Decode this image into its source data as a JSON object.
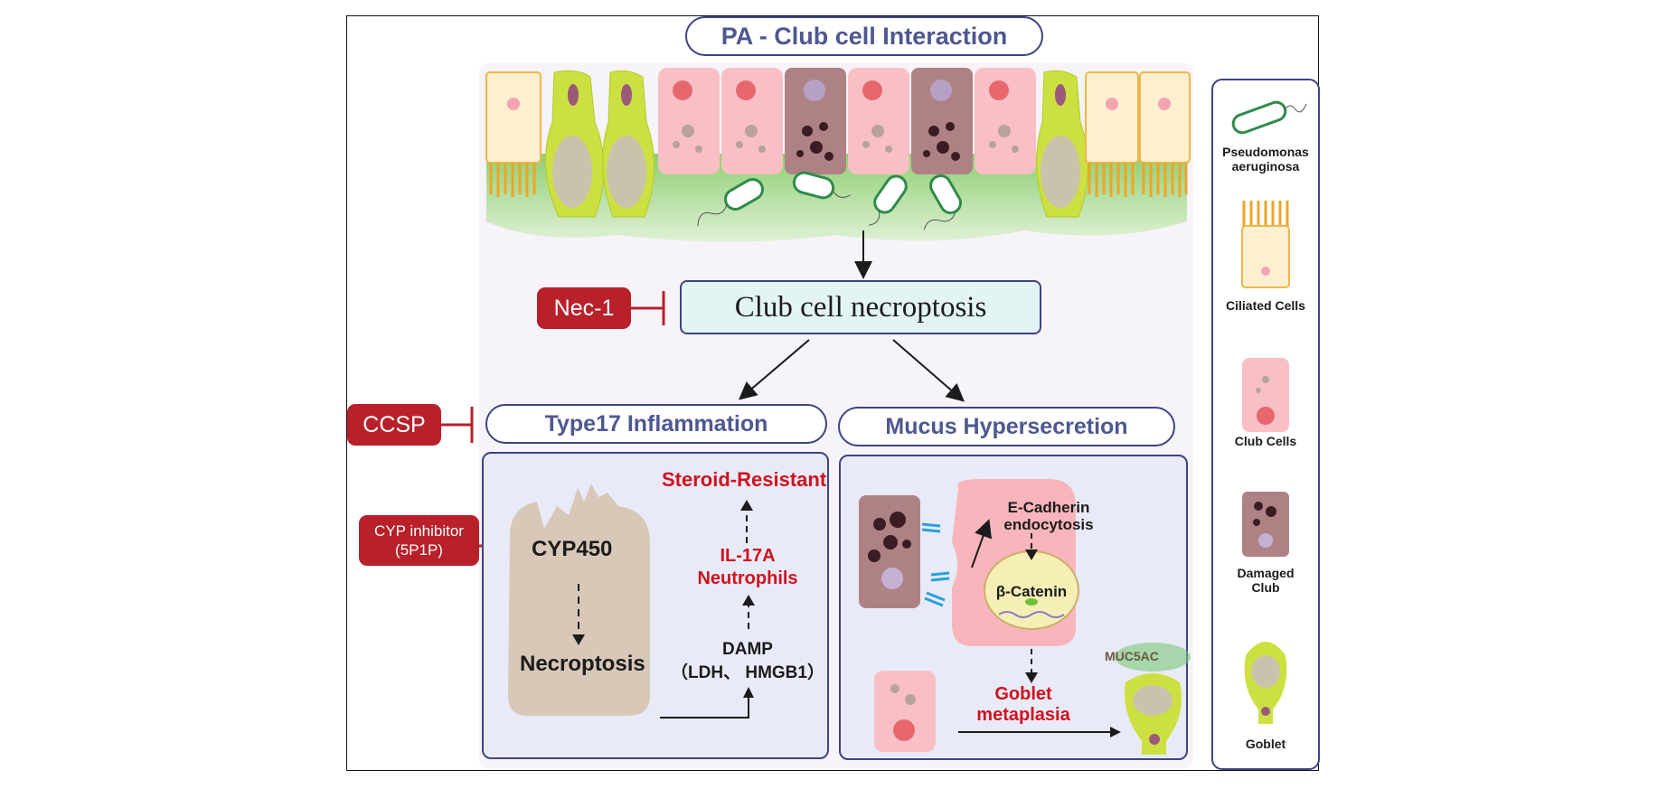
{
  "figure": {
    "title": "PA - Club cell Interaction",
    "central_node": "Club cell necroptosis",
    "inhibitors": {
      "nec1": "Nec-1",
      "ccsp": "CCSP",
      "cyp_inhibitor_line1": "CYP inhibitor",
      "cyp_inhibitor_line2": "(5P1P)"
    },
    "branches": {
      "left_title": "Type17 Inflammation",
      "right_title": "Mucus Hypersecretion"
    },
    "left_panel": {
      "cyp450": "CYP450",
      "necroptosis": "Necroptosis",
      "damp": "DAMP",
      "damp_detail": "（LDH、 HMGB1）",
      "il17a": "IL-17A",
      "neutrophils": "Neutrophils",
      "steroid_resistant": "Steroid-Resistant"
    },
    "right_panel": {
      "ecadherin_line1": "E-Cadherin",
      "ecadherin_line2": "endocytosis",
      "beta_catenin": "β-Catenin",
      "goblet_line1": "Goblet",
      "goblet_line2": "metaplasia",
      "muc5ac": "MUC5AC"
    },
    "legend": [
      {
        "icon": "pseudomonas-icon",
        "label_line1": "Pseudomonas",
        "label_line2": "aeruginosa"
      },
      {
        "icon": "ciliated-cell-icon",
        "label_line1": "Ciliated Cells",
        "label_line2": ""
      },
      {
        "icon": "club-cell-icon",
        "label_line1": "Club Cells",
        "label_line2": ""
      },
      {
        "icon": "damaged-club-icon",
        "label_line1": "Damaged",
        "label_line2": "Club"
      },
      {
        "icon": "goblet-cell-icon",
        "label_line1": "Goblet",
        "label_line2": ""
      }
    ],
    "colors": {
      "outline_blue": "#3e4386",
      "title_text": "#4e5790",
      "inhibitor_red": "#b8202a",
      "outcome_red": "#d0121e",
      "node_fill": "#e3f4f4",
      "panel_fill": "#e9eaf8",
      "club_pink": "#f7b8bd",
      "damaged_brown": "#a97a7e",
      "goblet_green": "#c9dc3c",
      "ciliated_yellow": "#fbe8b8",
      "tissue_green": "#8dcc74"
    }
  }
}
